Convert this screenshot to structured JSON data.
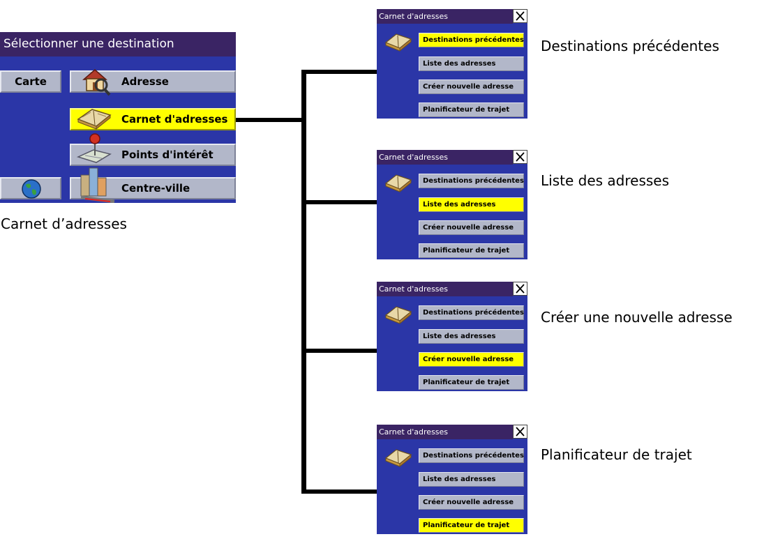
{
  "main_screen": {
    "title": "Sélectionner une destination",
    "carte_label": "Carte",
    "adresse_label": "Adresse",
    "carnet_label": "Carnet d'adresses",
    "points_label": "Points d'intérêt",
    "centre_label": "Centre-ville",
    "caption": "Carnet d’adresses"
  },
  "sub_screens": [
    {
      "title": "Carnet d'adresses",
      "buttons": [
        "Destinations précédentes",
        "Liste des adresses",
        "Créer nouvelle adresse",
        "Planificateur de trajet"
      ],
      "selected": 0,
      "caption": "Destinations précédentes"
    },
    {
      "title": "Carnet d'adresses",
      "buttons": [
        "Destinations précédentes",
        "Liste des adresses",
        "Créer nouvelle adresse",
        "Planificateur de trajet"
      ],
      "selected": 1,
      "caption": "Liste des adresses"
    },
    {
      "title": "Carnet d'adresses",
      "buttons": [
        "Destinations précédentes",
        "Liste des adresses",
        "Créer nouvelle adresse",
        "Planificateur de trajet"
      ],
      "selected": 2,
      "caption": "Créer une nouvelle adresse"
    },
    {
      "title": "Carnet d'adresses",
      "buttons": [
        "Destinations précédentes",
        "Liste des adresses",
        "Créer nouvelle adresse",
        "Planificateur de trajet"
      ],
      "selected": 3,
      "caption": "Planificateur de trajet"
    }
  ],
  "colors": {
    "screen_bg": "#2b36a7",
    "title_bar": "#3a2464",
    "button": "#b2b7c9",
    "selected_button": "#ffff00"
  }
}
